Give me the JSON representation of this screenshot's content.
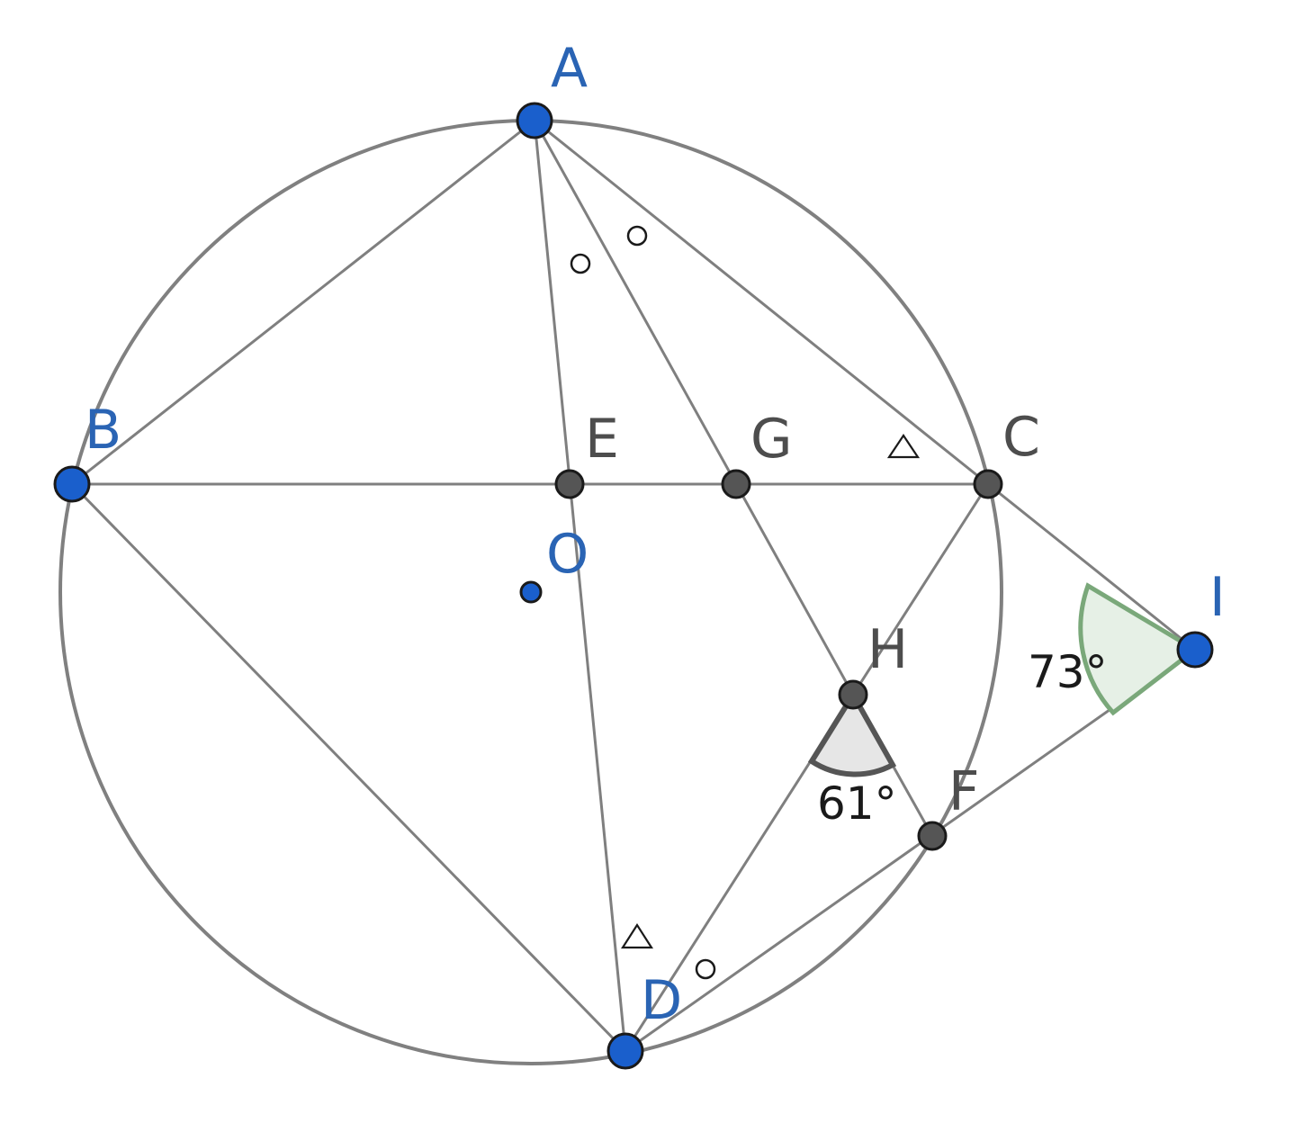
{
  "points": {
    "A": {
      "label": "A"
    },
    "B": {
      "label": "B"
    },
    "C": {
      "label": "C"
    },
    "D": {
      "label": "D"
    },
    "E": {
      "label": "E"
    },
    "F": {
      "label": "F"
    },
    "G": {
      "label": "G"
    },
    "H": {
      "label": "H"
    },
    "I": {
      "label": "I"
    },
    "O": {
      "label": "O"
    }
  },
  "angles": {
    "at_I": {
      "vertex": "I",
      "value_label": "73°"
    },
    "at_H": {
      "vertex": "H",
      "value_label": "61°"
    }
  },
  "equal_angle_marks": {
    "circle": [
      "∠DAG",
      "∠GAC",
      "∠FDH"
    ],
    "triangle": [
      "∠GCA",
      "∠ADC"
    ]
  },
  "colors": {
    "given_point": "#1a5fcc",
    "derived_point": "#555555",
    "line": "#7f7f7f",
    "angle_I": "#7aa87a"
  }
}
